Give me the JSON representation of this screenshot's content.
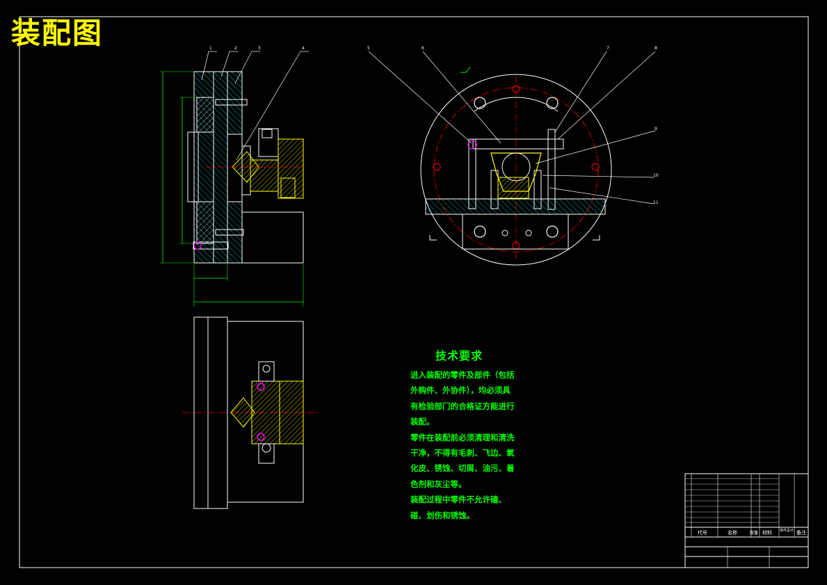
{
  "drawing": {
    "title": "装配图",
    "colors": {
      "background": "#000000",
      "outline": "#ffffff",
      "dimension": "#00ff00",
      "hatch": "#ffff00",
      "leader": "#ffffff",
      "centerline": "#ff0000",
      "bolt": "#ff00ff",
      "section": "#00ffff"
    },
    "balloons_left": [
      "1",
      "2",
      "3",
      "4"
    ],
    "balloons_right": [
      "5",
      "6",
      "7",
      "8",
      "9",
      "10",
      "11"
    ]
  },
  "technical_requirements": {
    "heading": "技术要求",
    "lines": [
      "进入装配的零件及部件（包括",
      "外购件、外协件），均必须具",
      "有检验部门的合格证方能进行",
      "装配。",
      "零件在装配前必须清理和清洗",
      "干净，不得有毛刺、飞边、氧",
      "化皮、锈蚀、切屑、油污、着",
      "色剂和灰尘等。",
      "装配过程中零件不允许磕、",
      "碰、划伤和锈蚀。"
    ]
  },
  "title_block": {
    "headers": [
      "代号",
      "名称",
      "数量",
      "材料",
      "单件",
      "总计",
      "备注"
    ]
  }
}
